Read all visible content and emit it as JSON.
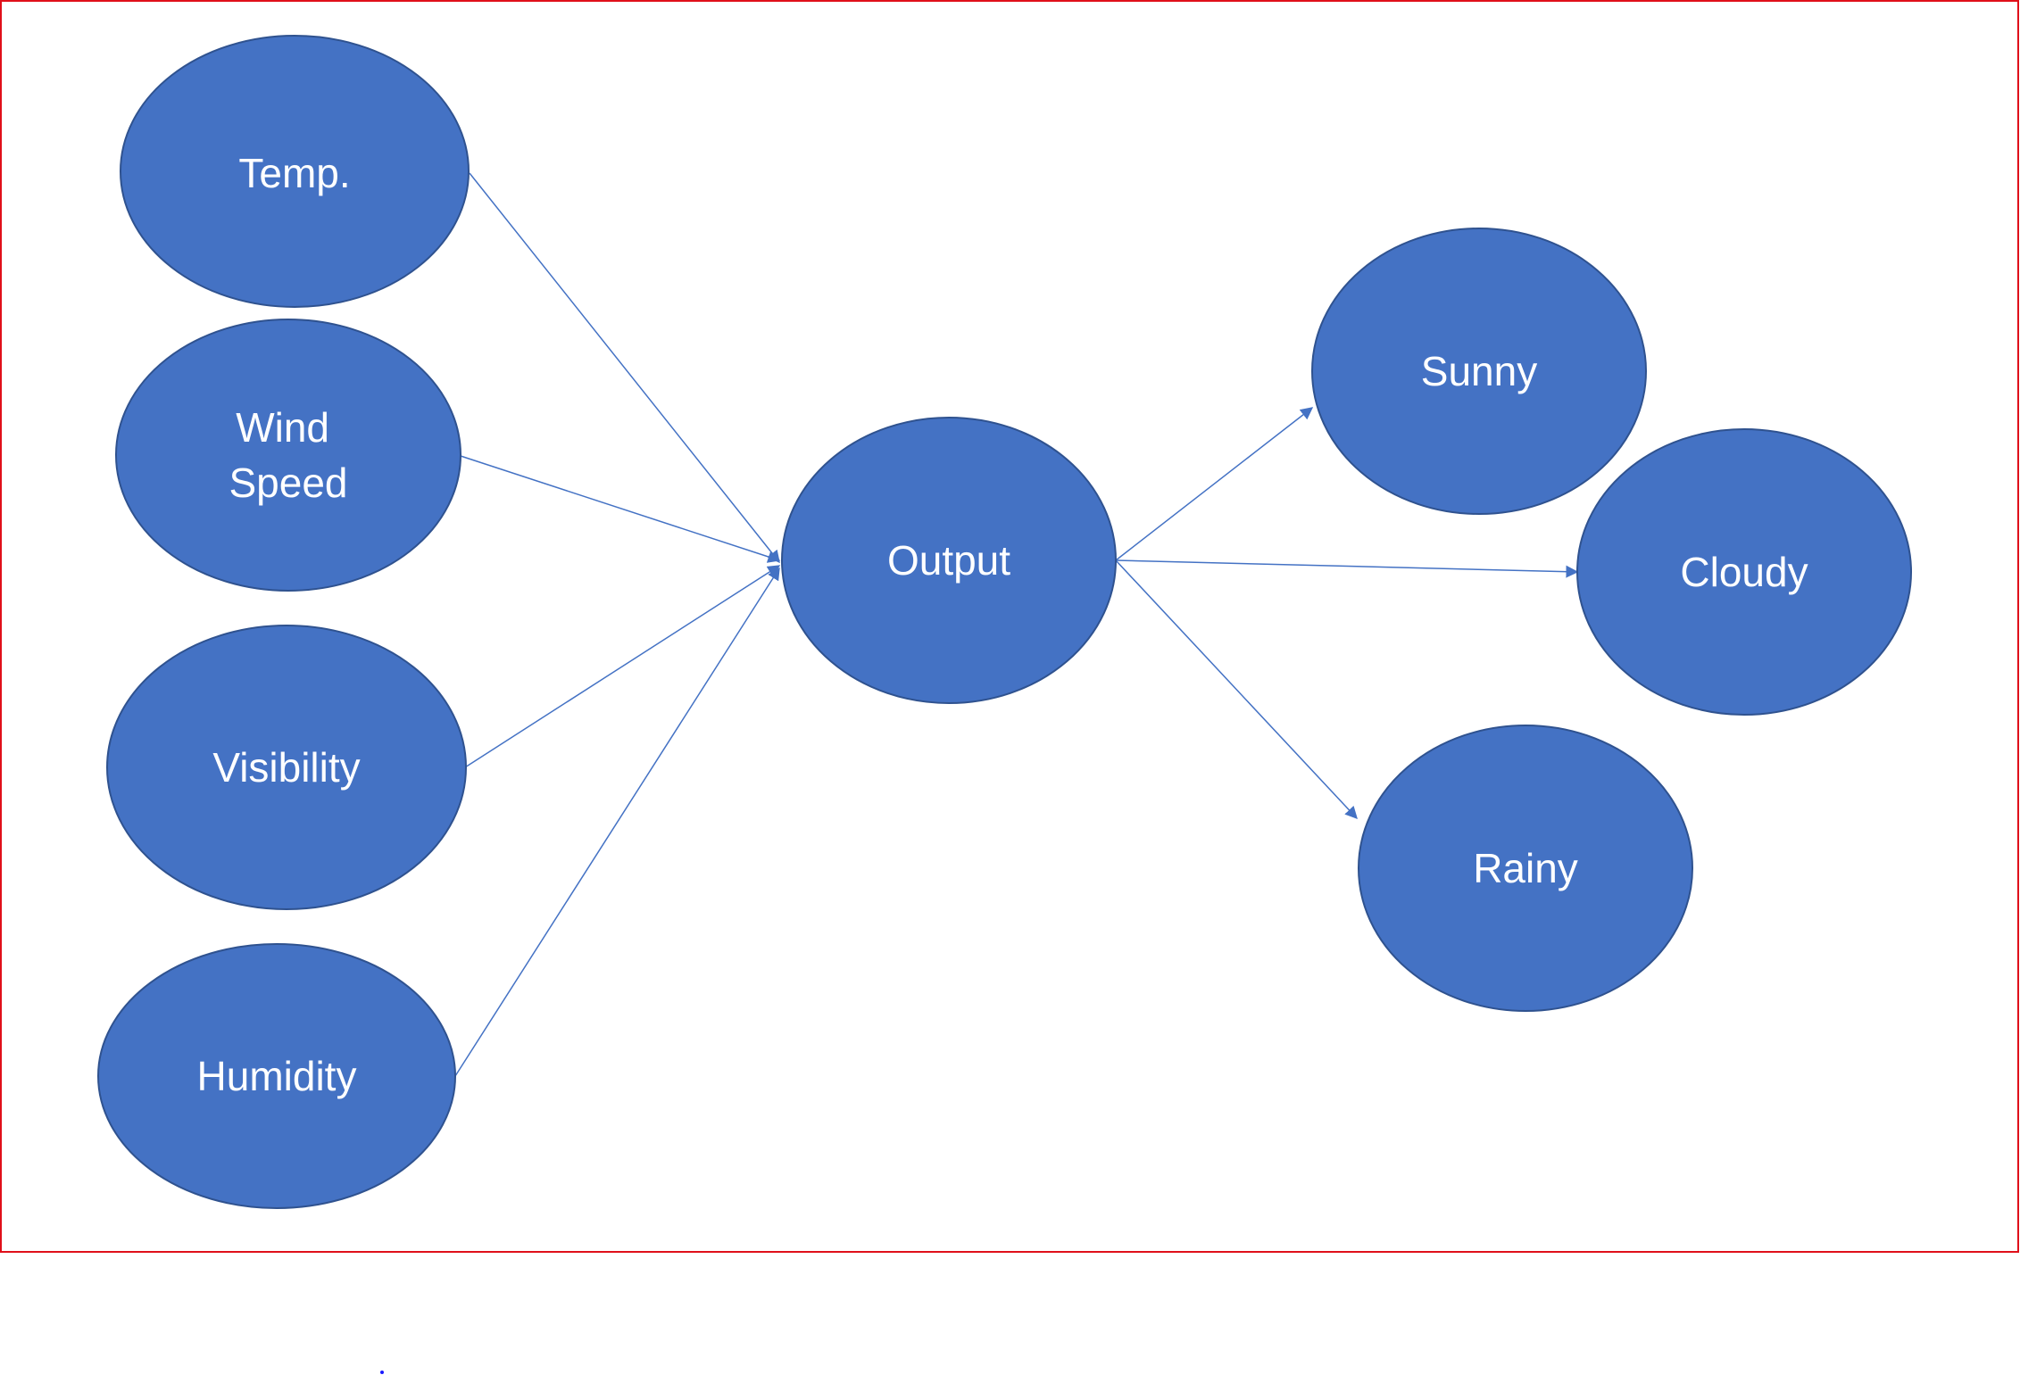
{
  "colors": {
    "node_fill": "#4472c4",
    "node_stroke": "#2f528f",
    "node_text": "#ffffff",
    "edge": "#4472c4",
    "frame": "#e0101a"
  },
  "nodes": {
    "temp": {
      "label": "Temp."
    },
    "wind": {
      "label_lines": [
        "Wind",
        "Speed"
      ]
    },
    "visibility": {
      "label": "Visibility"
    },
    "humidity": {
      "label": "Humidity"
    },
    "output": {
      "label": "Output"
    },
    "sunny": {
      "label": "Sunny"
    },
    "cloudy": {
      "label": "Cloudy"
    },
    "rainy": {
      "label": "Rainy"
    }
  },
  "edges": [
    {
      "from": "temp",
      "to": "output"
    },
    {
      "from": "wind",
      "to": "output"
    },
    {
      "from": "visibility",
      "to": "output"
    },
    {
      "from": "humidity",
      "to": "output"
    },
    {
      "from": "output",
      "to": "sunny"
    },
    {
      "from": "output",
      "to": "cloudy"
    },
    {
      "from": "output",
      "to": "rainy"
    }
  ]
}
